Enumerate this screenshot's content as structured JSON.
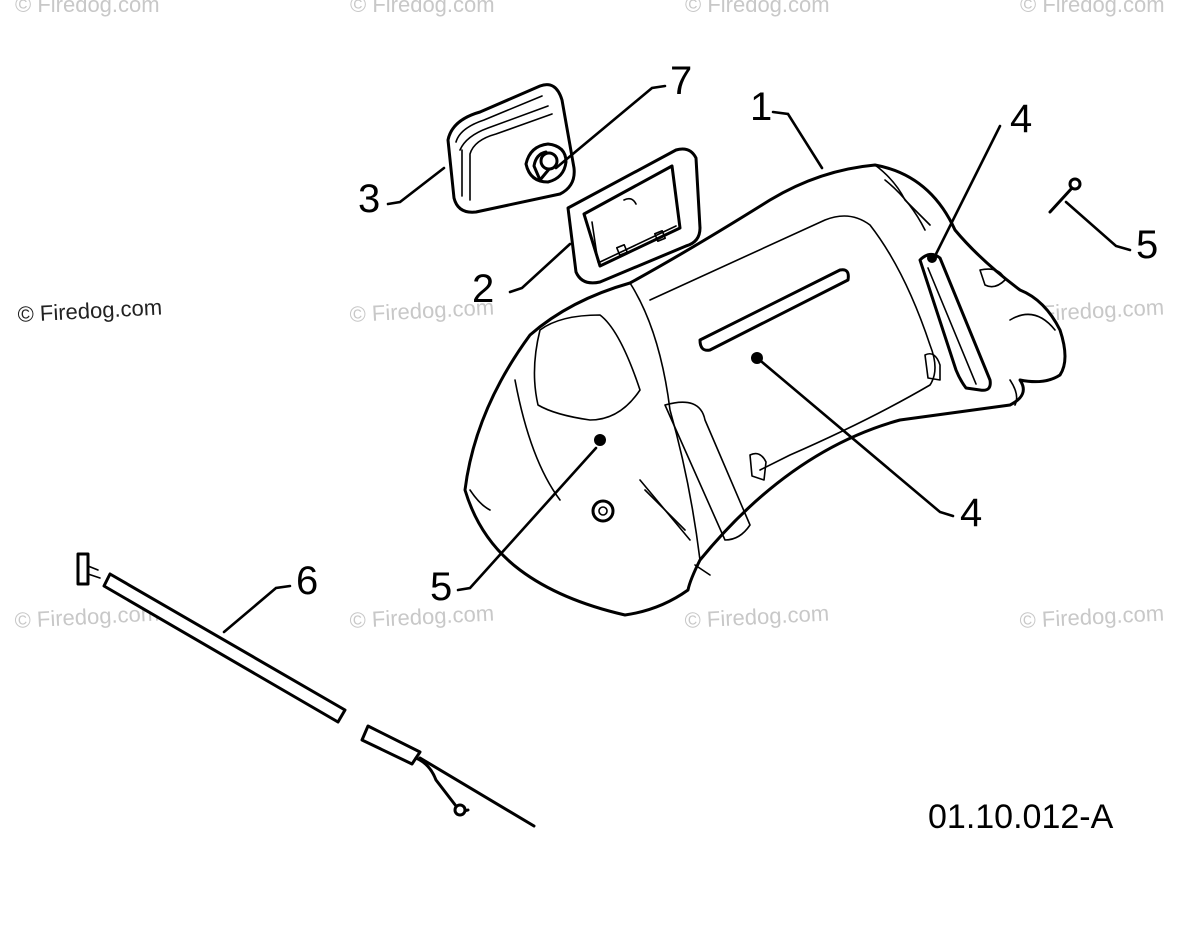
{
  "watermark": {
    "text": "© Firedog.com"
  },
  "callouts": {
    "c1": "1",
    "c2": "2",
    "c3": "3",
    "c4a": "4",
    "c4b": "4",
    "c5a": "5",
    "c5b": "5",
    "c6": "6",
    "c7": "7"
  },
  "diagram_id": "01.10.012-A"
}
